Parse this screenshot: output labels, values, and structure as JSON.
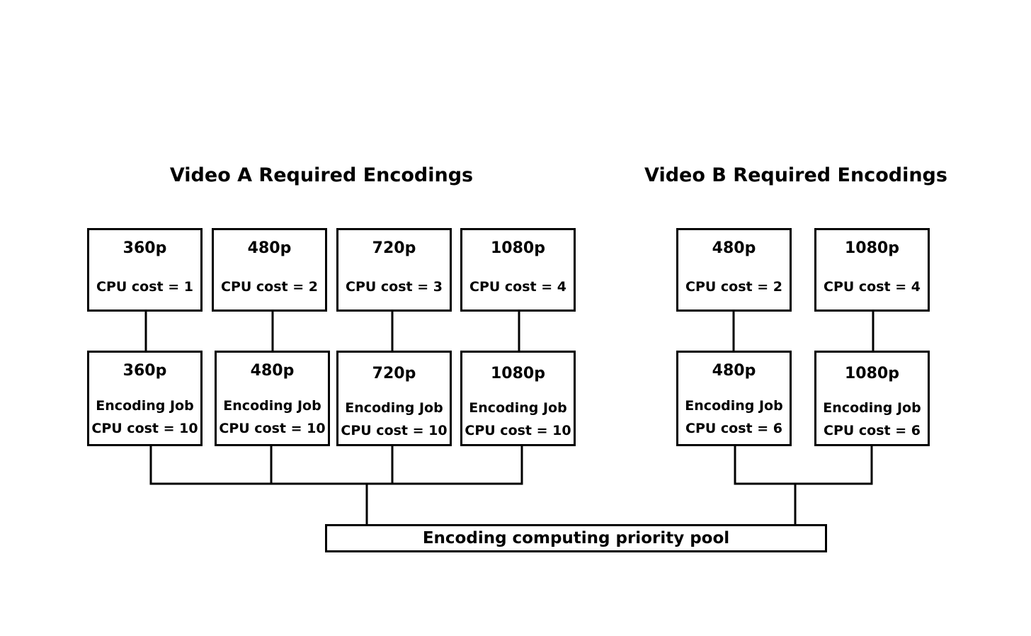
{
  "video_a": {
    "title": "Video A Required Encodings",
    "required": [
      {
        "resolution": "360p",
        "cost": "CPU cost = 1"
      },
      {
        "resolution": "480p",
        "cost": "CPU cost = 2"
      },
      {
        "resolution": "720p",
        "cost": "CPU cost = 3"
      },
      {
        "resolution": "1080p",
        "cost": "CPU cost = 4"
      }
    ],
    "jobs": [
      {
        "resolution": "360p",
        "label": "Encoding Job",
        "cost": "CPU cost = 10"
      },
      {
        "resolution": "480p",
        "label": "Encoding Job",
        "cost": "CPU cost = 10"
      },
      {
        "resolution": "720p",
        "label": "Encoding Job",
        "cost": "CPU cost = 10"
      },
      {
        "resolution": "1080p",
        "label": "Encoding Job",
        "cost": "CPU cost = 10"
      }
    ]
  },
  "video_b": {
    "title": "Video B Required Encodings",
    "required": [
      {
        "resolution": "480p",
        "cost": "CPU cost = 2"
      },
      {
        "resolution": "1080p",
        "cost": "CPU cost = 4"
      }
    ],
    "jobs": [
      {
        "resolution": "480p",
        "label": "Encoding Job",
        "cost": "CPU cost = 6"
      },
      {
        "resolution": "1080p",
        "label": "Encoding Job",
        "cost": "CPU cost = 6"
      }
    ]
  },
  "pool": {
    "label": "Encoding computing priority pool"
  }
}
